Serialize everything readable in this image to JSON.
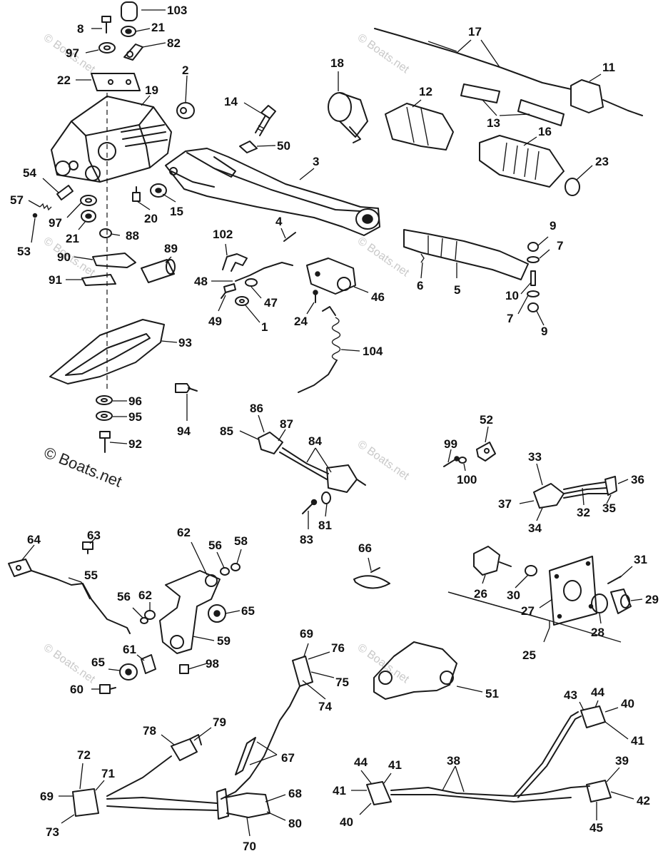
{
  "watermark": {
    "text": "© Boats.net",
    "color": "#c9c9c9"
  },
  "copyright_text": "© Boats.net",
  "parts": {
    "p1": "1",
    "p2": "2",
    "p3": "3",
    "p4": "4",
    "p5": "5",
    "p6": "6",
    "p7a": "7",
    "p7b": "7",
    "p8": "8",
    "p9a": "9",
    "p9b": "9",
    "p10": "10",
    "p11": "11",
    "p12": "12",
    "p13": "13",
    "p14": "14",
    "p15": "15",
    "p16": "16",
    "p17": "17",
    "p18": "18",
    "p19": "19",
    "p20": "20",
    "p21a": "21",
    "p21b": "21",
    "p22": "22",
    "p23": "23",
    "p24": "24",
    "p25": "25",
    "p26": "26",
    "p27": "27",
    "p28": "28",
    "p29": "29",
    "p30": "30",
    "p31": "31",
    "p32": "32",
    "p33": "33",
    "p34": "34",
    "p35": "35",
    "p36": "36",
    "p37": "37",
    "p38": "38",
    "p39": "39",
    "p40a": "40",
    "p40b": "40",
    "p41a": "41",
    "p41b": "41",
    "p41c": "41",
    "p42": "42",
    "p43": "43",
    "p44a": "44",
    "p44b": "44",
    "p45": "45",
    "p46": "46",
    "p47": "47",
    "p48": "48",
    "p49": "49",
    "p50": "50",
    "p51": "51",
    "p52": "52",
    "p53": "53",
    "p54": "54",
    "p55": "55",
    "p56a": "56",
    "p56b": "56",
    "p57": "57",
    "p58": "58",
    "p59": "59",
    "p60": "60",
    "p61": "61",
    "p62a": "62",
    "p62b": "62",
    "p63": "63",
    "p64": "64",
    "p65a": "65",
    "p65b": "65",
    "p66": "66",
    "p67": "67",
    "p68": "68",
    "p69a": "69",
    "p69b": "69",
    "p70": "70",
    "p71": "71",
    "p72": "72",
    "p73": "73",
    "p74": "74",
    "p75": "75",
    "p76": "76",
    "p78": "78",
    "p79": "79",
    "p80": "80",
    "p81": "81",
    "p82": "82",
    "p83": "83",
    "p84": "84",
    "p85": "85",
    "p86": "86",
    "p87": "87",
    "p88": "88",
    "p89": "89",
    "p90": "90",
    "p91": "91",
    "p92": "92",
    "p93": "93",
    "p94": "94",
    "p95": "95",
    "p96": "96",
    "p97a": "97",
    "p97b": "97",
    "p98": "98",
    "p99": "99",
    "p100": "100",
    "p102": "102",
    "p103": "103",
    "p104": "104"
  }
}
